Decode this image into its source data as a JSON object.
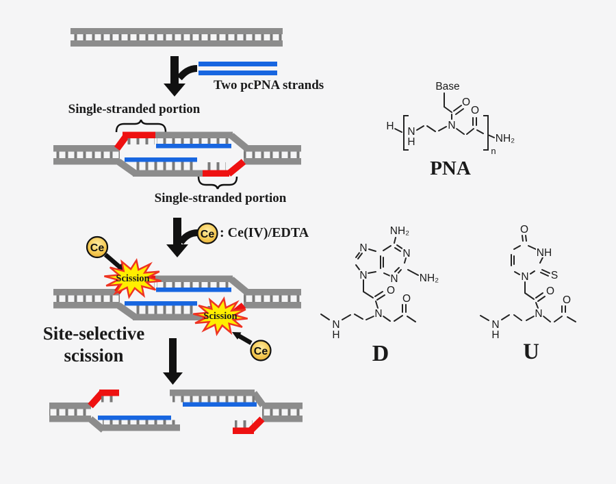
{
  "colors": {
    "background": "#f5f5f6",
    "dna_gray": "#8c8c8c",
    "rung_gray": "#7a7a7a",
    "pcpna_blue": "#1866e0",
    "single_strand_red": "#ee1111",
    "starburst_yellow": "#ffee00",
    "starburst_outline_red": "#ee3322",
    "ce_badge_gold": "#f3c64d",
    "text_black": "#1a1a1a"
  },
  "scheme": {
    "two_pcpna_label": "Two pcPNA strands",
    "ss_portion_top": "Single-stranded portion",
    "ss_portion_bottom": "Single-stranded portion",
    "ce_symbol": "Ce",
    "ce_legend": ": Ce(IV)/EDTA",
    "scission": "Scission",
    "site_selective_line1": "Site-selective",
    "site_selective_line2": "scission"
  },
  "chemistry": {
    "pna_title": "PNA",
    "d_title": "D",
    "u_title": "U",
    "base_label": "Base",
    "atom_H": "H",
    "atom_N": "N",
    "atom_O": "O",
    "atom_S": "S",
    "atom_NH": "NH",
    "atom_NH2": "NH₂",
    "repeat_n": "n"
  }
}
